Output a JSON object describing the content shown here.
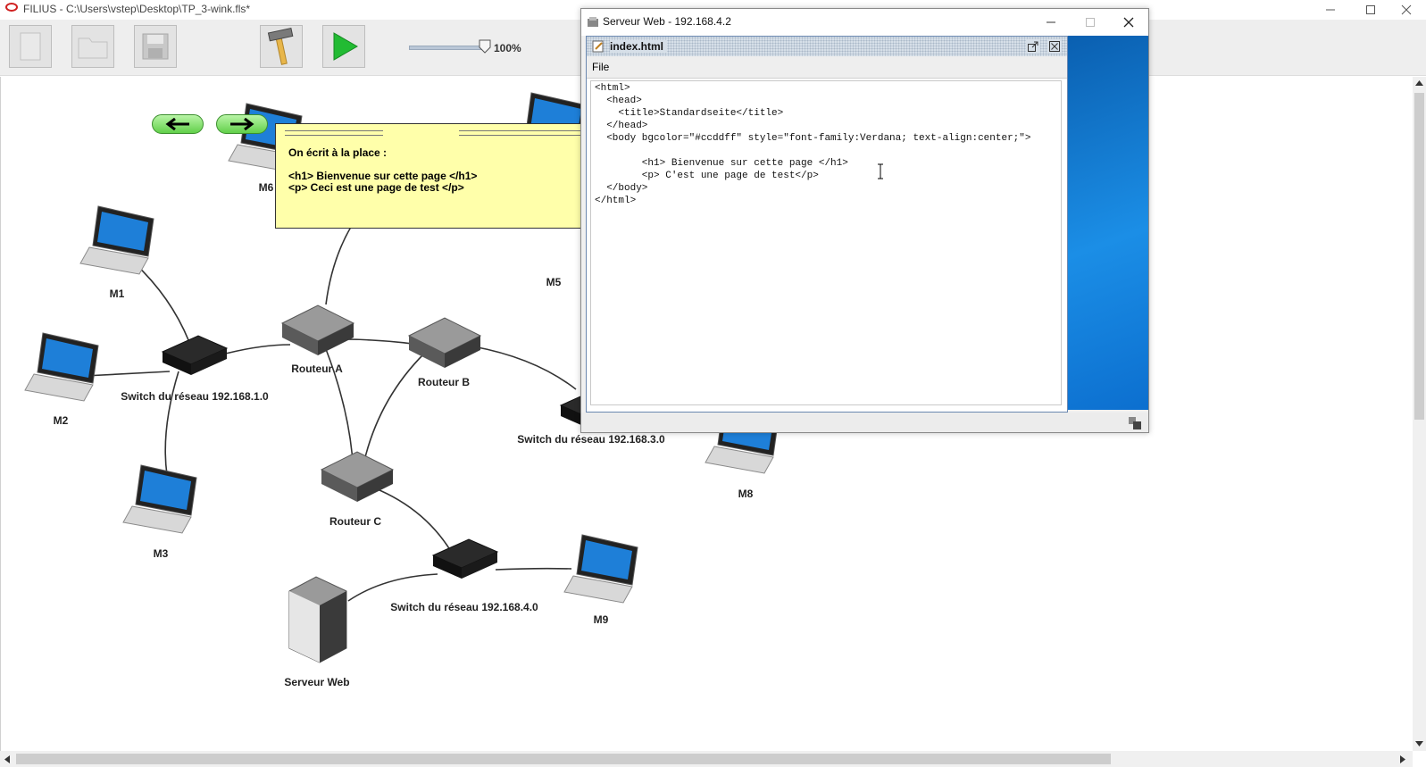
{
  "app": {
    "title": "FILIUS - C:\\Users\\vstep\\Desktop\\TP_3-wink.fls*",
    "zoom": "100%",
    "zoom_level": 1.0,
    "toolbar_buttons": [
      "new-file",
      "open-folder",
      "save",
      "design-mode-hammer",
      "simulation-play"
    ]
  },
  "nav": {
    "back": "back-arrow-icon",
    "forward": "forward-arrow-icon"
  },
  "note": {
    "heading": "On écrit à la place :",
    "line1": "<h1> Bienvenue sur cette page </h1>",
    "line2": "<p> Ceci est une page de test </p>"
  },
  "nodes": {
    "m1": "M1",
    "m2": "M2",
    "m3": "M3",
    "m5": "M5",
    "m6": "M6",
    "m8": "M8",
    "m9": "M9",
    "router_a": "Routeur A",
    "router_b": "Routeur B",
    "router_c": "Routeur C",
    "switch1": "Switch du réseau 192.168.1.0",
    "switch3": "Switch du réseau 192.168.3.0",
    "switch4": "Switch du réseau 192.168.4.0",
    "server": "Serveur Web"
  },
  "server_window": {
    "title": "Serveur Web - 192.168.4.2",
    "file_title": "index.html",
    "menu_file": "File",
    "code": [
      "<html>",
      "  <head>",
      "    <title>Standardseite</title>",
      "  </head>",
      "  <body bgcolor=\"#ccddff\" style=\"font-family:Verdana; text-align:center;\">",
      "",
      "        <h1> Bienvenue sur cette page </h1>",
      "        <p> C'est une page de test</p>",
      "  </body>",
      "</html>"
    ]
  },
  "colors": {
    "note_bg": "#ffffaa",
    "play_green": "#22bb33",
    "desktop_blue": "#1b8ee6",
    "nav_green": "#62d04a"
  }
}
